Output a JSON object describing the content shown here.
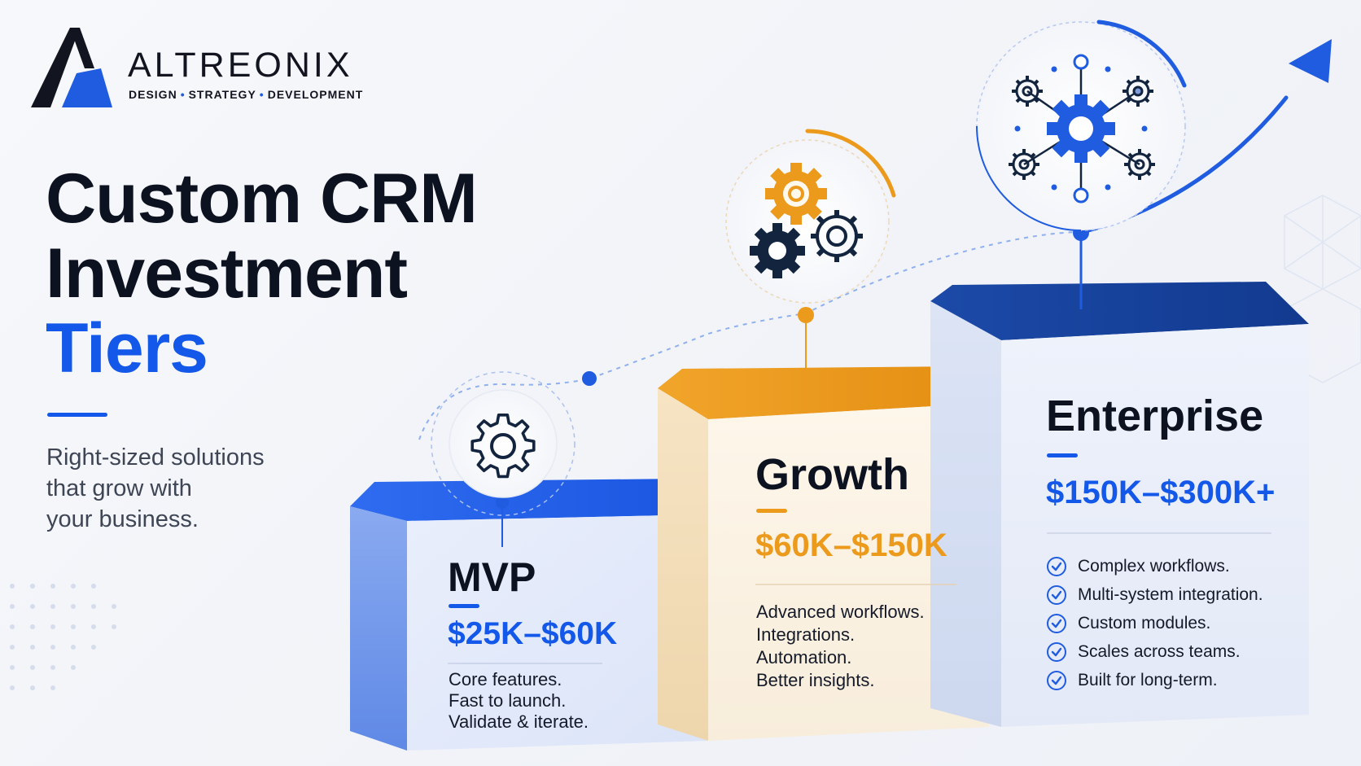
{
  "brand": {
    "name": "ALTREONIX",
    "tagline_parts": [
      "DESIGN",
      "STRATEGY",
      "DEVELOPMENT"
    ],
    "separator": "•"
  },
  "headline": {
    "line1": "Custom CRM",
    "line2": "Investment",
    "line3": "Tiers"
  },
  "subtitle": {
    "line1": "Right-sized solutions",
    "line2": "that grow with",
    "line3": "your business."
  },
  "tiers": {
    "mvp": {
      "name": "MVP",
      "price": "$25K–$60K",
      "features": [
        "Core features.",
        "Fast to launch.",
        "Validate & iterate."
      ],
      "icon": "gear-icon"
    },
    "growth": {
      "name": "Growth",
      "price": "$60K–$150K",
      "features": [
        "Advanced workflows.",
        "Integrations.",
        "Automation.",
        "Better insights."
      ],
      "icon": "double-gear-icon"
    },
    "enterprise": {
      "name": "Enterprise",
      "price": "$150K–$300K+",
      "features": [
        "Complex workflows.",
        "Multi-system integration.",
        "Custom modules.",
        "Scales across teams.",
        "Built for long-term."
      ],
      "icon": "gear-network-icon"
    }
  },
  "colors": {
    "blue": "#1358e8",
    "navy": "#123a8f",
    "orange": "#ec9a1c",
    "dark": "#0d1220"
  }
}
